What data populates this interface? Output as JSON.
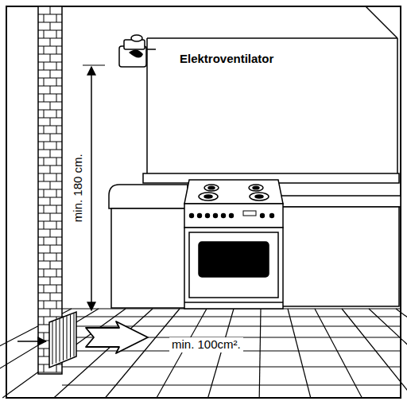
{
  "diagram": {
    "labels": [
      "Elektroventilator",
      "min. 180 cm.",
      "min. 100cm²."
    ]
  }
}
